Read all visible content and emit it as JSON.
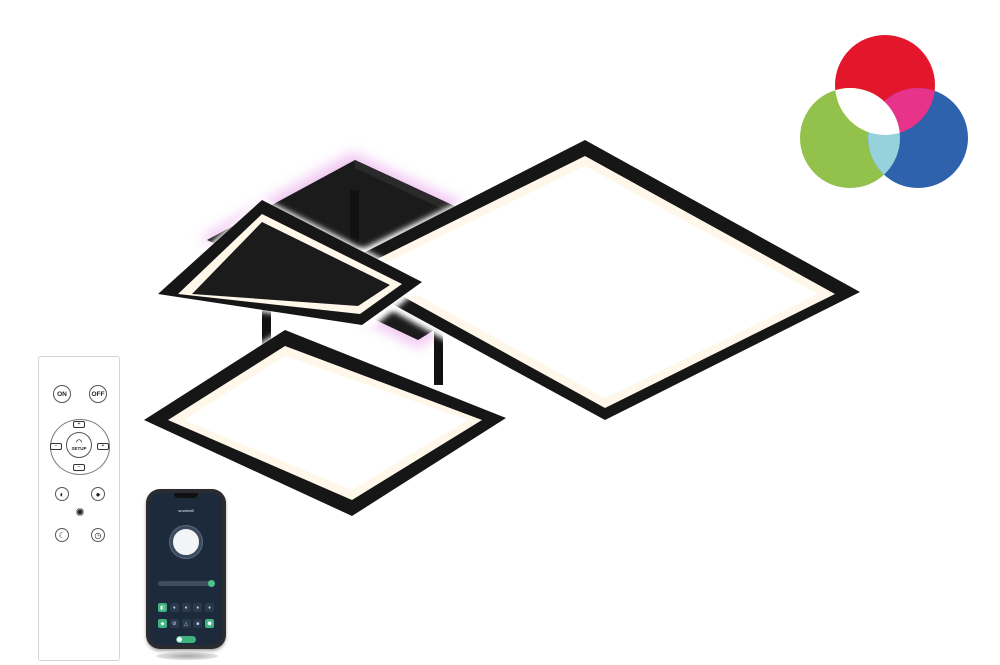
{
  "remote": {
    "on_label": "ON",
    "off_label": "OFF",
    "setup_label": "SETUP"
  },
  "phone": {
    "app_title": "smartwill"
  },
  "colors": {
    "rgb_red": "#e4162c",
    "rgb_green": "#92c14c",
    "rgb_blue": "#2f62ac",
    "fixture_frame": "#161616",
    "ambient_glow": "#e59ae8",
    "led_diffuser": "#ffffff"
  }
}
